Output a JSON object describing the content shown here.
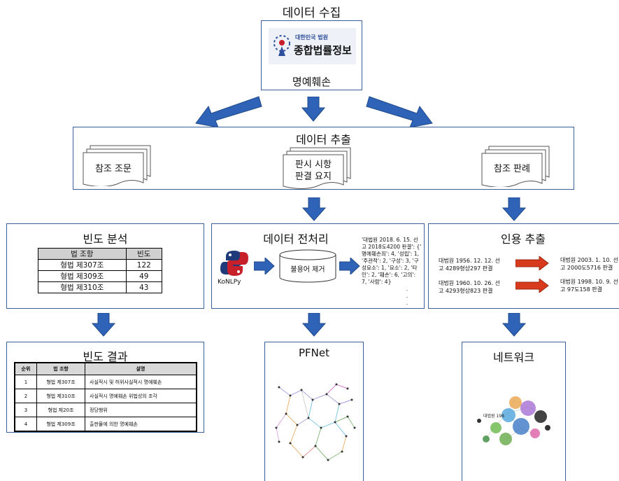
{
  "collect": {
    "title": "데이터 수집",
    "logo_top": "대한민국 법원",
    "logo_main": "종합법률정보",
    "keyword": "명예훼손"
  },
  "extract": {
    "title": "데이터 추출",
    "doc_left": "참조 조문",
    "doc_mid_line1": "판시 시항",
    "doc_mid_line2": "판결 요지",
    "doc_right": "참조 판례"
  },
  "freq": {
    "title": "빈도 분석",
    "headers": [
      "법 조항",
      "빈도"
    ],
    "rows": [
      [
        "형법 제307조",
        "122"
      ],
      [
        "형법 제309조",
        "49"
      ],
      [
        "형법 제310조",
        "43"
      ]
    ]
  },
  "prep": {
    "title": "데이터 전처리",
    "konlpy": "KoNLPy",
    "stopword": "불용어 제거",
    "output": [
      "'대법원 2018. 6. 15. 선",
      "고 2018도4200 판결': {'",
      "명예훼손죄': 4, '성립': 1,",
      "'주관적': 2, '구성': 3, '구",
      "성요소': 1, '요소': 2, '타",
      "인': 2, '훼손': 6, '고의':",
      "7, '사람': 4}",
      ".",
      ".",
      "."
    ]
  },
  "cite": {
    "title": "인용 추출",
    "items": [
      {
        "from1": "대법원 1956. 12. 12. 선",
        "from2": "고 4289형상297 판결",
        "to1": "대법원 2003. 1. 10. 선",
        "to2": "고 2000도5716 판결"
      },
      {
        "from1": "대법원 1960. 10. 26. 선",
        "from2": "고 4293형상823 판결",
        "to1": "대법원 1998. 10. 9. 선",
        "to2": "고 97도158 판결"
      }
    ]
  },
  "result": {
    "title": "빈도 결과",
    "headers": [
      "순위",
      "법 조항",
      "설명"
    ],
    "rows": [
      [
        "1",
        "형법 제307조",
        "사실적시 및 허위사실적시 명예훼손"
      ],
      [
        "2",
        "형법 제310조",
        "사실적시 명예훼손 위법성의 조각"
      ],
      [
        "3",
        "형법 제20조",
        "정당행위"
      ],
      [
        "4",
        "형법 제309조",
        "출판물에 의한 명예훼손"
      ]
    ]
  },
  "pfnet": {
    "title": "PFNet"
  },
  "network": {
    "title": "네트워크",
    "label": "대법원 198"
  },
  "colors": {
    "border": "#3b5f9a",
    "arrow": "#2e63b8",
    "red_arrow": "#d83a1e"
  }
}
